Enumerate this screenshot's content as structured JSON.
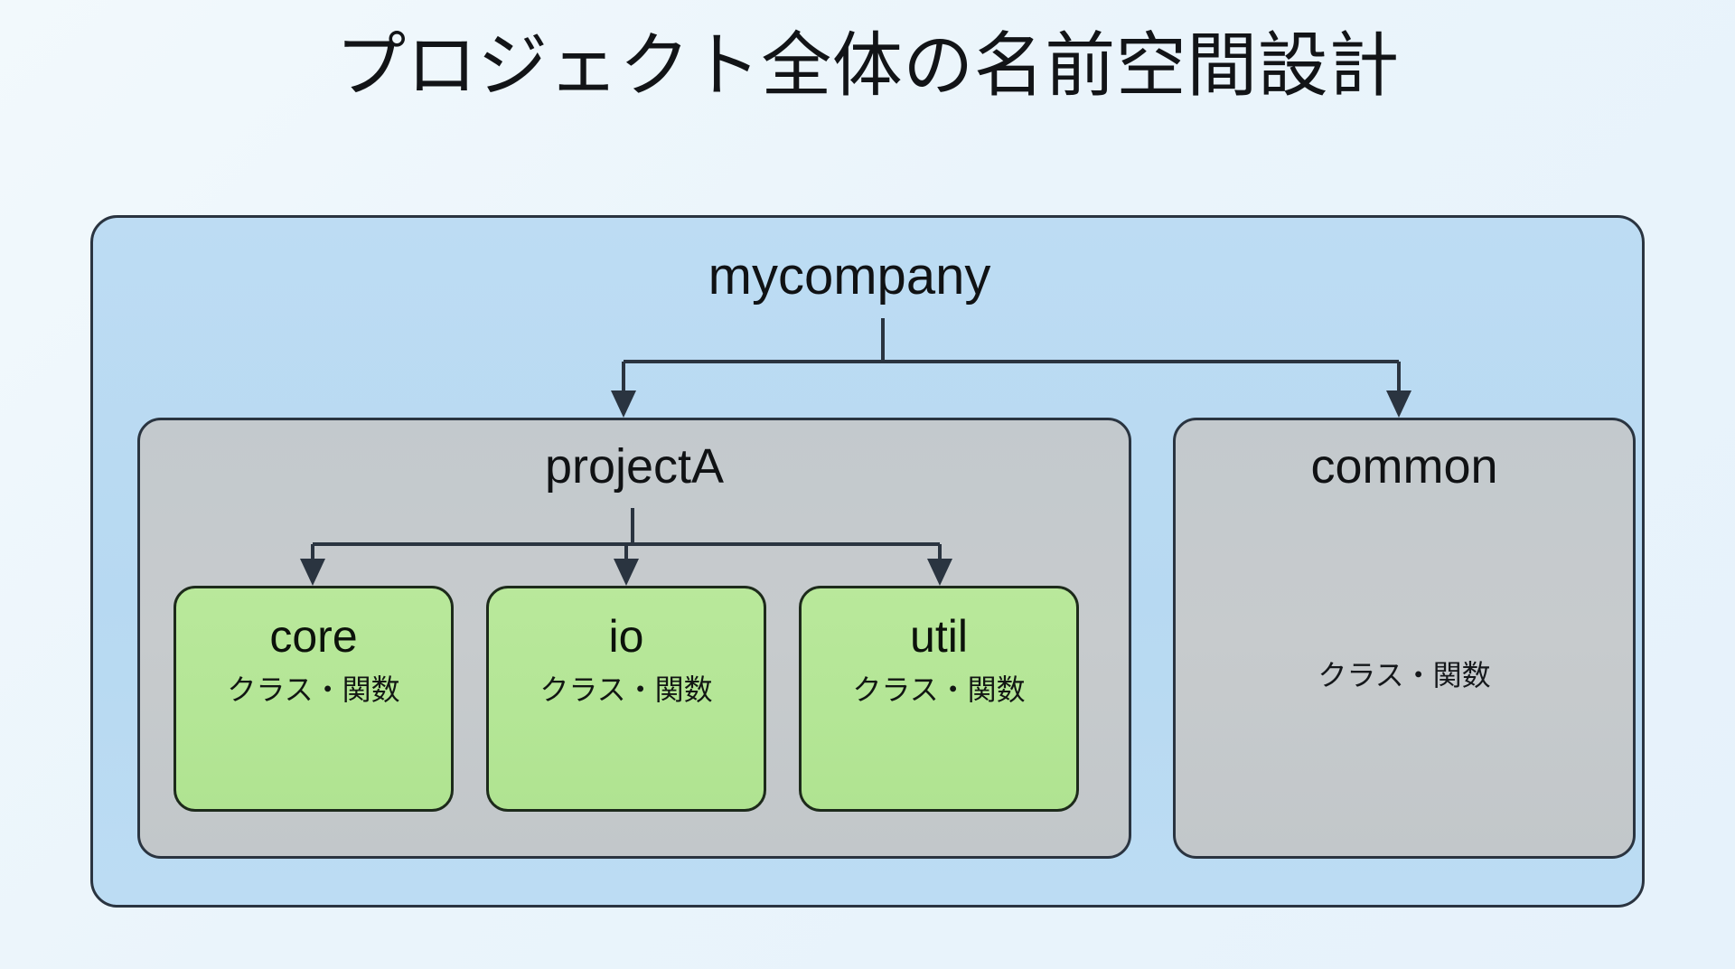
{
  "slide": {
    "title": "プロジェクト全体の名前空間設計",
    "background_color": "#eef6fb"
  },
  "diagram": {
    "type": "hierarchy-tree",
    "root": {
      "label": "mycompany",
      "fill_color": "#bddcf3",
      "border_color": "#2a3440"
    },
    "groups": [
      {
        "id": "projectA",
        "label": "projectA",
        "fill_color": "#c5cacd",
        "border_color": "#2a3440",
        "children": [
          {
            "id": "core",
            "label": "core",
            "sublabel": "クラス・関数",
            "fill_color": "#b5e797",
            "border_color": "#1d2a1b"
          },
          {
            "id": "io",
            "label": "io",
            "sublabel": "クラス・関数",
            "fill_color": "#b5e797",
            "border_color": "#1d2a1b"
          },
          {
            "id": "util",
            "label": "util",
            "sublabel": "クラス・関数",
            "fill_color": "#b5e797",
            "border_color": "#1d2a1b"
          }
        ]
      },
      {
        "id": "common",
        "label": "common",
        "sublabel": "クラス・関数",
        "fill_color": "#c5cacd",
        "border_color": "#2a3440",
        "children": []
      }
    ],
    "edges": [
      {
        "from": "mycompany",
        "to": "projectA",
        "style": "orthogonal-arrow"
      },
      {
        "from": "mycompany",
        "to": "common",
        "style": "orthogonal-arrow"
      },
      {
        "from": "projectA",
        "to": "core",
        "style": "orthogonal-arrow"
      },
      {
        "from": "projectA",
        "to": "io",
        "style": "orthogonal-arrow"
      },
      {
        "from": "projectA",
        "to": "util",
        "style": "orthogonal-arrow"
      }
    ]
  }
}
